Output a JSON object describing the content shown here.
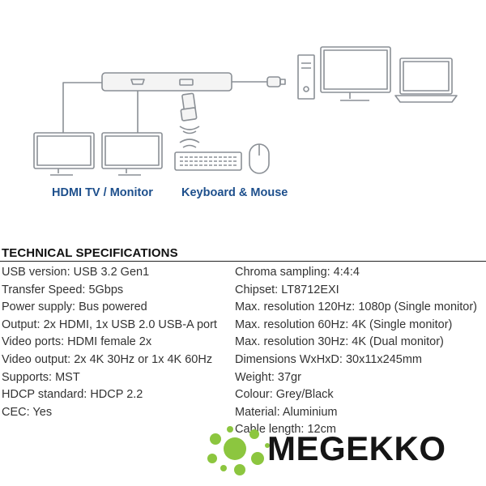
{
  "diagram": {
    "caption_left": "HDMI TV / Monitor",
    "caption_right": "Keyboard & Mouse"
  },
  "specs": {
    "title": "TECHNICAL SPECIFICATIONS",
    "left": [
      "USB version: USB 3.2 Gen1",
      "Transfer Speed: 5Gbps",
      "Power supply: Bus powered",
      "Output: 2x HDMI, 1x USB 2.0 USB-A port",
      "Video ports: HDMI female 2x",
      "Video output: 2x 4K 30Hz or 1x 4K 60Hz",
      "Supports: MST",
      "HDCP standard: HDCP 2.2",
      "CEC: Yes"
    ],
    "right": [
      "Chroma sampling: 4:4:4",
      "Chipset: LT8712EXI",
      "Max. resolution 120Hz: 1080p (Single monitor)",
      "Max. resolution 60Hz: 4K (Single monitor)",
      "Max. resolution 30Hz: 4K (Dual monitor)",
      "Dimensions WxHxD: 30x11x245mm",
      "Weight: 37gr",
      "Colour: Grey/Black",
      "Material: Aluminium",
      "Cable length: 12cm"
    ]
  },
  "brand": {
    "name": "MEGEKKO",
    "accent": "#8cc63f"
  }
}
